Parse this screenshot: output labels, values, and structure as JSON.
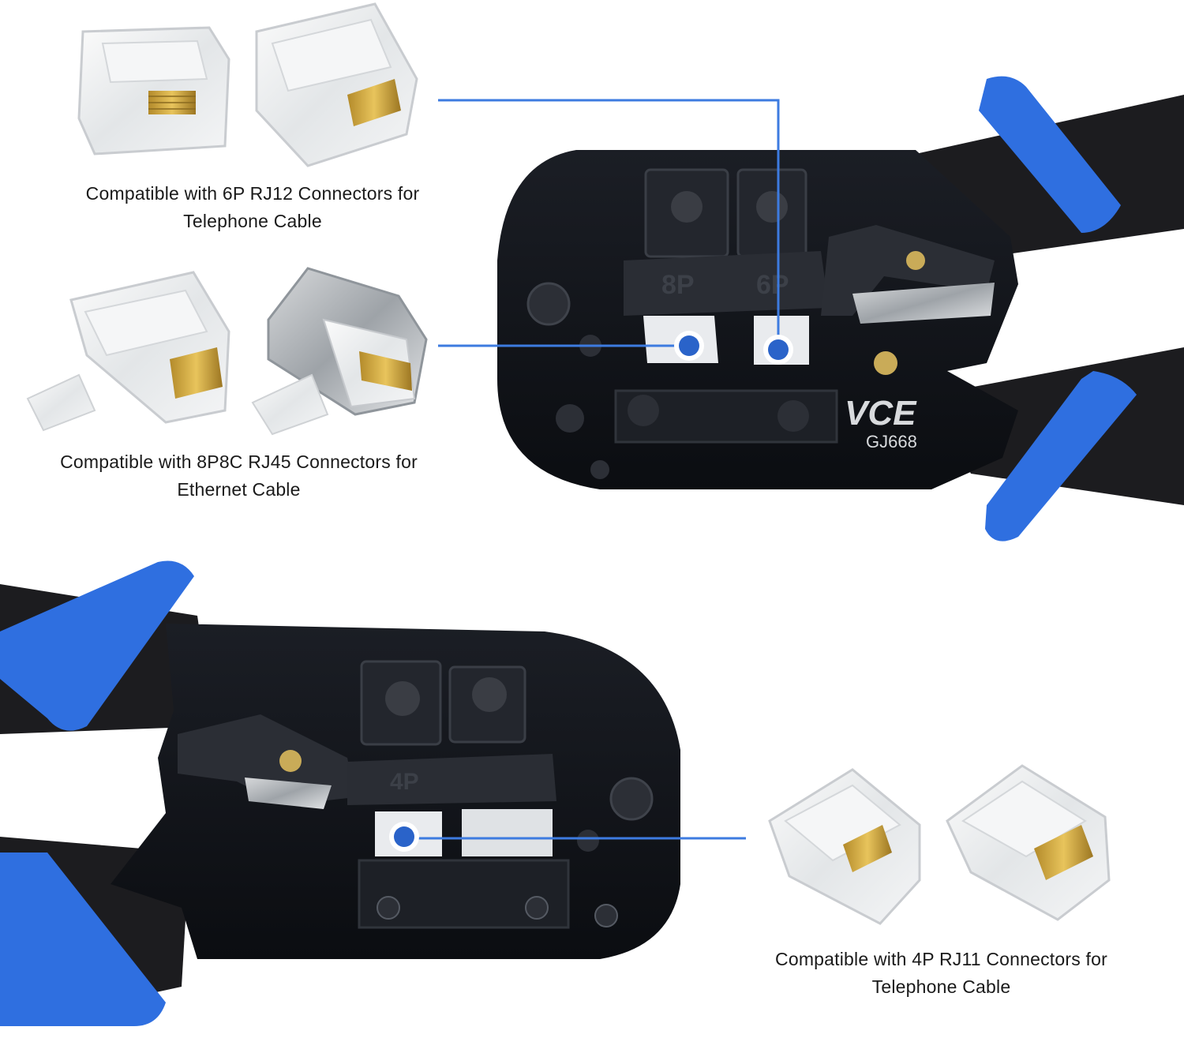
{
  "captions": {
    "rj12": {
      "line1": "Compatible with 6P RJ12 Connectors for",
      "line2": "Telephone Cable"
    },
    "rj45": {
      "line1": "Compatible with 8P8C RJ45 Connectors for",
      "line2": "Ethernet Cable"
    },
    "rj11": {
      "line1": "Compatible with 4P RJ11 Connectors for",
      "line2": "Telephone Cable"
    }
  },
  "tool_markings": {
    "brand": "VCE",
    "model": "GJ668",
    "die_8p": "8P",
    "die_6p": "6P",
    "die_4p": "4P"
  },
  "colors": {
    "handle_blue": "#2f6fe0",
    "handle_black": "#1c1c1f",
    "body_black": "#101217",
    "callout_line": "#3d7be0",
    "marker_dot": "#2a63c9"
  }
}
